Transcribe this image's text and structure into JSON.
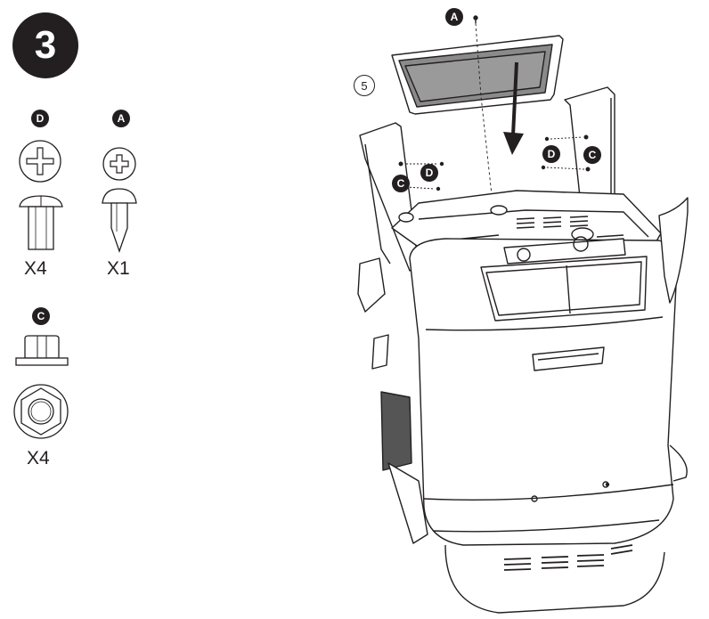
{
  "step": {
    "number": "3"
  },
  "hardware": [
    {
      "letter": "D",
      "name": "Phillips truss-head screw",
      "quantity": "X4"
    },
    {
      "letter": "A",
      "name": "Phillips self-tapping screw",
      "quantity": "X1"
    },
    {
      "letter": "C",
      "name": "Flanged hex nut",
      "quantity": "X4"
    }
  ],
  "callouts": {
    "panel_reference": "5",
    "top_screw": "A",
    "left_screw": "D",
    "left_nut": "C",
    "right_screw": "D",
    "right_nut": "C"
  },
  "colors": {
    "ink": "#231f20",
    "panel_fill": "#8a8a8a",
    "background": "#ffffff"
  }
}
